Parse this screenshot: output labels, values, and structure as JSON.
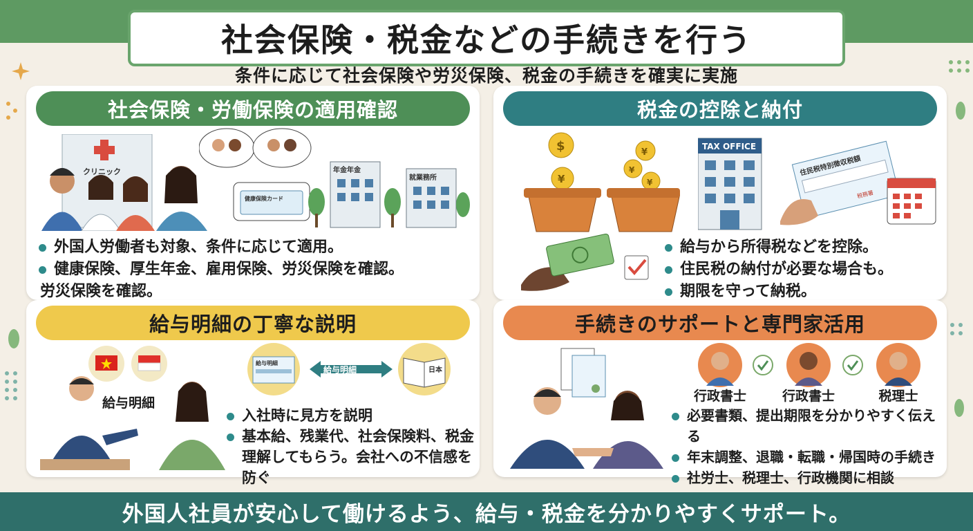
{
  "header": {
    "title": "社会保険・税金などの手続きを行う",
    "subtitle": "条件に応じて社会保険や労災保険、税金の手続きを確実に実施"
  },
  "panels": {
    "social_insurance": {
      "title": "社会保険・労働保険の適用確認",
      "header_color": "#4e8f57",
      "labels": {
        "clinic": "クリニック",
        "pension": "年金年金",
        "employment_office": "就業務所",
        "card": "健康保険カード"
      },
      "bullets": [
        "外国人労働者も対象、条件に応じて適用。",
        "健康保険、厚生年金、雇用保険、労災保険を確認。",
        "労災保険を確認。"
      ]
    },
    "tax": {
      "title": "税金の控除と納付",
      "header_color": "#2f7e82",
      "labels": {
        "tax_office": "TAX OFFICE",
        "resident_tax_notice": "住民税特別徴収税額",
        "notice_stamp": "税務署"
      },
      "bullets": [
        "給与から所得税などを控除。",
        "住民税の納付が必要な場合も。",
        "期限を守って納税。"
      ]
    },
    "payslip": {
      "title": "給与明細の丁寧な説明",
      "header_color": "#efc94c",
      "labels": {
        "payslip_word": "給与明細",
        "payslip_arrow": "給与明細",
        "doc_label": "給与明細",
        "book_label": "日本"
      },
      "bullets": [
        "入社時に見方を説明",
        "基本給、残業代、社会保険料、税金",
        "理解してもらう。会社への不信感を防ぐ"
      ]
    },
    "support": {
      "title": "手続きのサポートと専門家活用",
      "header_color": "#e8894f",
      "roles": [
        "行政書士",
        "行政書士",
        "税理士"
      ],
      "bullets": [
        "必要書類、提出期限を分かりやすく伝える",
        "年末調整、退職・転職・帰国時の手続き",
        "社労士、税理士、行政機関に相談"
      ]
    }
  },
  "footer": {
    "text": "外国人社員が安心して働けるよう、給与・税金を分かりやすくサポート。"
  },
  "colors": {
    "green": "#5e9a62",
    "teal": "#2f6f6a",
    "yellow": "#efc94c",
    "orange": "#e8894f",
    "background": "#f4efe6"
  }
}
